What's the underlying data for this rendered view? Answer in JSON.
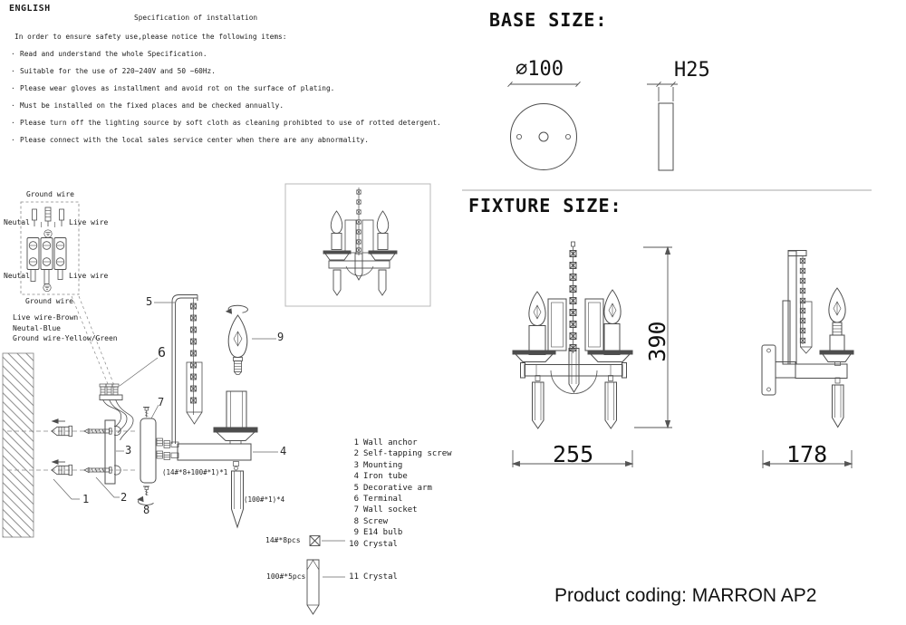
{
  "header": {
    "language": "ENGLISH",
    "title": "Specification of installation",
    "intro": "In order to ensure safety use,please notice the following items:",
    "bullet": "·",
    "items": [
      "Read and understand the whole Specification.",
      "Suitable for the use of 220~240V and 50 ~60Hz.",
      "Please wear gloves as installment and avoid rot on the surface of plating.",
      "Must be installed on the fixed places and be checked annually.",
      "Please turn off the lighting source by soft cloth as cleaning prohibted to use of rotted detergent.",
      "Please connect with the local sales service center when there are any abnormality."
    ]
  },
  "base_size": {
    "title": "BASE SIZE:",
    "diameter": "⌀100",
    "height": "H25"
  },
  "fixture_size": {
    "title": "FIXTURE SIZE:",
    "height": "390",
    "width": "255",
    "depth": "178"
  },
  "wiring": {
    "ground_wire_top": "Ground wire",
    "neutral_top": "Neutal",
    "live_top": "Live wire",
    "neutral_bottom": "Neutal",
    "live_bottom": "Live wire",
    "ground_wire_bottom": "Ground wire",
    "legend": [
      "Live wire-Brown",
      "Neutal-Blue",
      "Ground wire-Yellow/Green"
    ]
  },
  "diagram": {
    "callouts": [
      "1",
      "2",
      "3",
      "4",
      "5",
      "6",
      "7",
      "8",
      "9"
    ],
    "arm_kit_label": "(14#*8+100#*1)*1",
    "crystal_kit_label": "(100#*1)*4"
  },
  "parts_list": [
    {
      "num": "1",
      "name": "Wall anchor"
    },
    {
      "num": "2",
      "name": "Self-tapping screw"
    },
    {
      "num": "3",
      "name": "Mounting"
    },
    {
      "num": "4",
      "name": "Iron tube"
    },
    {
      "num": "5",
      "name": "Decorative arm"
    },
    {
      "num": "6",
      "name": "Terminal"
    },
    {
      "num": "7",
      "name": "Wall socket"
    },
    {
      "num": "8",
      "name": "Screw"
    },
    {
      "num": "9",
      "name": "E14 bulb"
    },
    {
      "num": "10",
      "name": "Crystal"
    },
    {
      "num": "11",
      "name": "Crystal"
    }
  ],
  "crystal_specs": {
    "small_qty": "14#*8pcs",
    "large_qty": "100#*5pcs"
  },
  "footer": {
    "product_coding": "Product coding: MARRON AP2"
  }
}
